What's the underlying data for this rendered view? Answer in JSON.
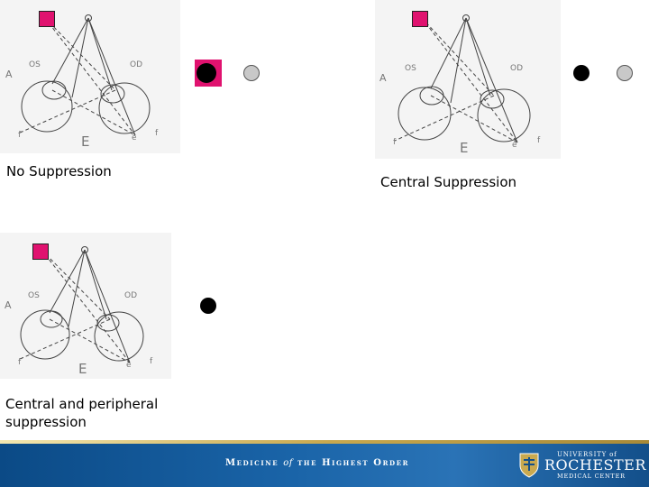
{
  "colors": {
    "target": "#e0126f",
    "gray": "#c8c8c8",
    "black": "#000000",
    "footer_blue": "#1a64a8",
    "gold": "#c9a94f"
  },
  "panels": [
    {
      "caption": "No Suppression",
      "labels": {
        "A": "A",
        "OS": "OS",
        "OD": "OD",
        "E": "E",
        "f_left": "f",
        "e": "e",
        "f_right": "f"
      }
    },
    {
      "caption": "Central Suppression",
      "labels": {
        "A": "A",
        "OS": "OS",
        "OD": "OD",
        "E": "E",
        "f_left": "f",
        "e": "e",
        "f_right": "f"
      }
    },
    {
      "caption": "Central and peripheral suppression",
      "labels": {
        "A": "A",
        "OS": "OS",
        "OD": "OD",
        "E": "E",
        "f_left": "f",
        "e": "e",
        "f_right": "f"
      }
    }
  ],
  "footer": {
    "tagline_1": "Medicine",
    "tagline_of": "of",
    "tagline_2": "the Highest Order",
    "logo_top": "UNIVERSITY of",
    "logo_main": "ROCHESTER",
    "logo_bottom": "MEDICAL CENTER"
  }
}
